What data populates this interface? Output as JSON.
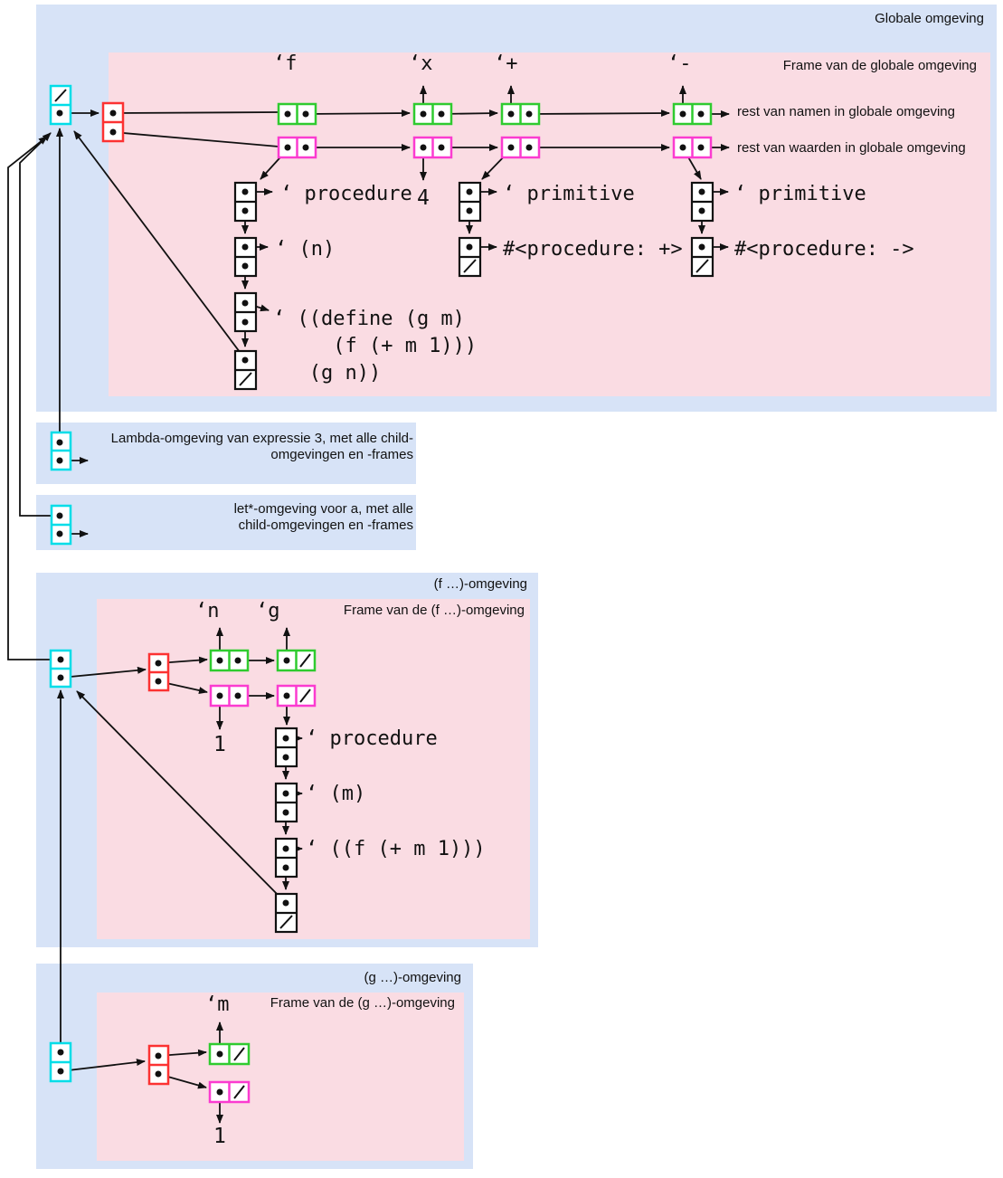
{
  "colors": {
    "env_bg_blue": "#d7e3f7",
    "frame_bg_pink": "#fadce3",
    "env_box_border_cyan": "#00dde8",
    "frame_box_border_red": "#fc3232",
    "names_list_border_green": "#2fcb2f",
    "values_list_border_magenta": "#fb3bd0",
    "line_black": "#111111"
  },
  "global_env": {
    "title": "Globale omgeving",
    "frame_title": "Frame van de globale omgeving",
    "names": [
      "‘f",
      "‘x",
      "‘+",
      "‘-"
    ],
    "rest_names_label": "rest van namen in globale omgeving",
    "rest_values_label": "rest van waarden in globale omgeving",
    "x_value": "4",
    "f_closure": {
      "tag": "‘ procedure",
      "params": "‘ (n)",
      "body": "‘ ((define (g m)\n     (f (+ m 1)))\n   (g n))"
    },
    "plus_closure": {
      "tag": "‘ primitive",
      "proc": "#<procedure: +>"
    },
    "minus_closure": {
      "tag": "‘ primitive",
      "proc": "#<procedure: ->"
    }
  },
  "lambda_env": {
    "label_line1": "Lambda-omgeving van expressie 3, met alle child-",
    "label_line2": "omgevingen en -frames"
  },
  "let_env": {
    "label_line1": "let*-omgeving voor a, met alle",
    "label_line2": "child-omgevingen en -frames"
  },
  "f_env": {
    "title": "(f …)-omgeving",
    "frame_title": "Frame van de (f …)-omgeving",
    "names": [
      "‘n",
      "‘g"
    ],
    "n_value": "1",
    "g_closure": {
      "tag": "‘ procedure",
      "params": "‘ (m)",
      "body": "‘ ((f (+ m 1)))"
    }
  },
  "g_env": {
    "title": "(g …)-omgeving",
    "frame_title": "Frame van de (g …)-omgeving",
    "names": [
      "‘m"
    ],
    "m_value": "1"
  }
}
